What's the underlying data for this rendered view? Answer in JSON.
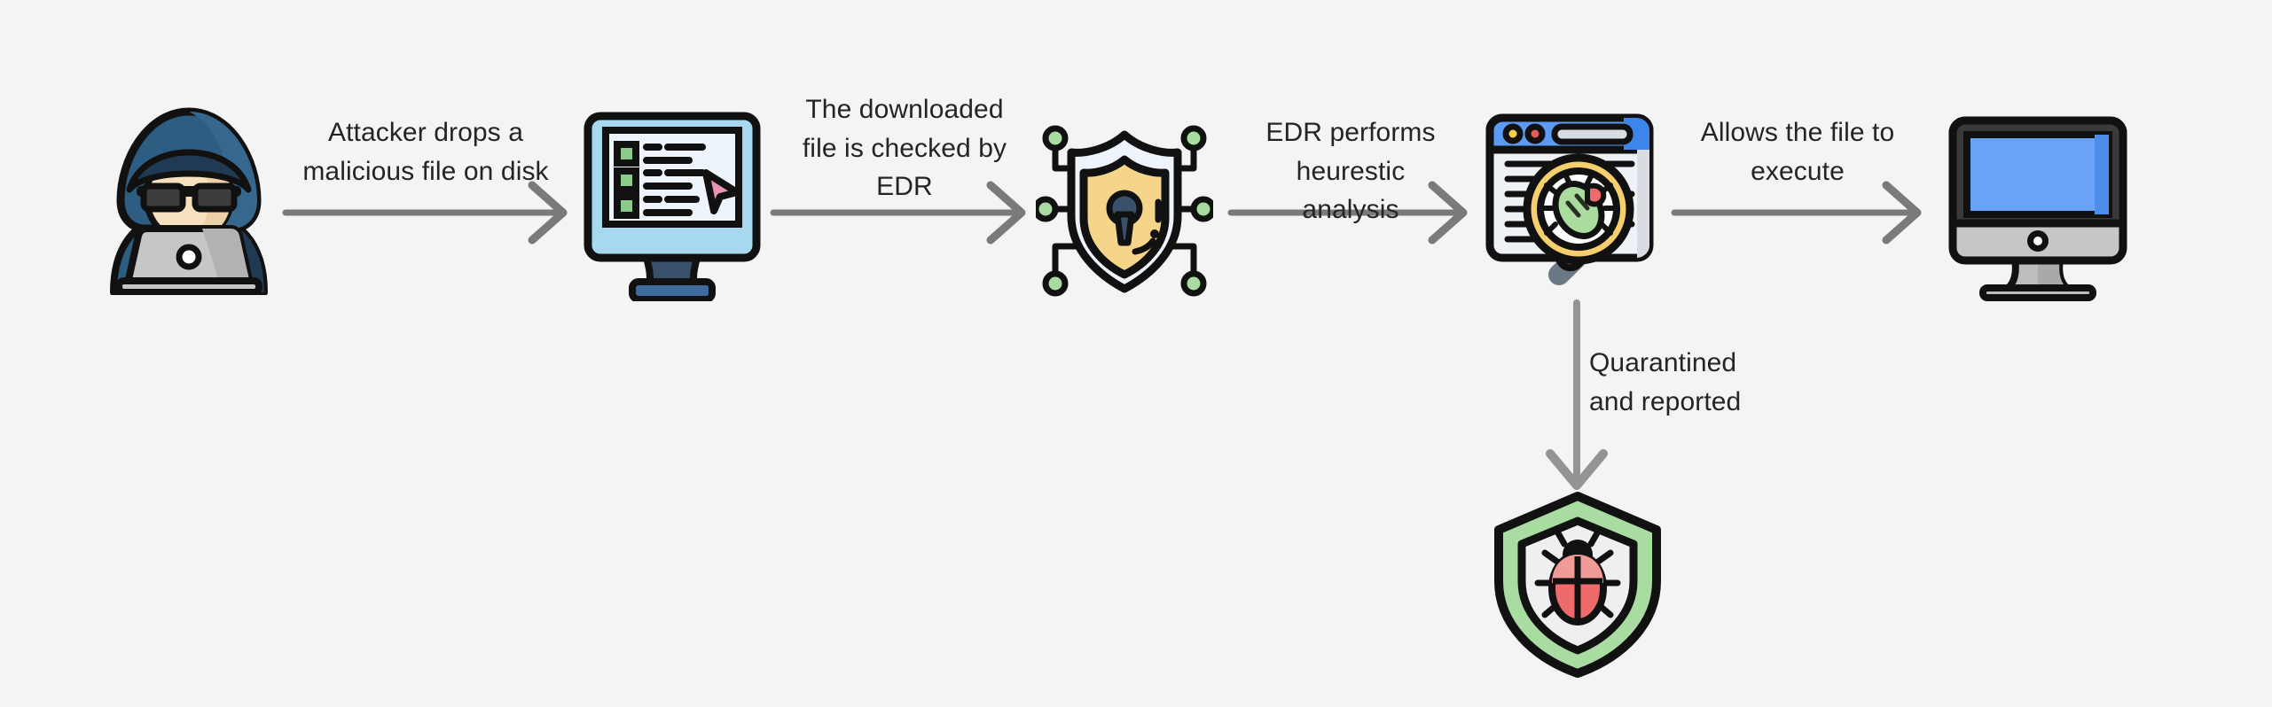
{
  "diagram": {
    "title": "EDR malicious file detection flow",
    "background_color": "#f4f4f4",
    "arrow_color": "#7a7a7a",
    "label_color": "#242424"
  },
  "nodes": [
    {
      "id": "attacker",
      "icon": "hacker-icon",
      "alt": "Hooded attacker at a laptop"
    },
    {
      "id": "file-on-disk",
      "icon": "monitor-checklist-icon",
      "alt": "Monitor showing a checklist with cursor"
    },
    {
      "id": "edr-shield",
      "icon": "network-shield-lock-icon",
      "alt": "Shield with keyhole connected to network nodes"
    },
    {
      "id": "heuristic-scan",
      "icon": "browser-bug-scan-icon",
      "alt": "Browser window scanned by magnifier revealing a bug"
    },
    {
      "id": "endpoint",
      "icon": "desktop-monitor-icon",
      "alt": "Desktop computer monitor with blue screen"
    },
    {
      "id": "quarantine",
      "icon": "green-shield-bug-icon",
      "alt": "Green shield containing a red bug"
    }
  ],
  "edges": [
    {
      "id": "edge-1",
      "from": "attacker",
      "to": "file-on-disk",
      "label": "Attacker drops a\nmalicious file on disk",
      "direction": "right"
    },
    {
      "id": "edge-2",
      "from": "file-on-disk",
      "to": "edr-shield",
      "label": "The downloaded\nfile is checked by\nEDR",
      "direction": "right"
    },
    {
      "id": "edge-3",
      "from": "edr-shield",
      "to": "heuristic-scan",
      "label": "EDR performs\nheurestic analysis",
      "direction": "right"
    },
    {
      "id": "edge-4",
      "from": "heuristic-scan",
      "to": "endpoint",
      "label": "Allows the file to\nexecute",
      "direction": "right"
    },
    {
      "id": "edge-5",
      "from": "heuristic-scan",
      "to": "quarantine",
      "label": "Quarantined\nand reported",
      "direction": "down"
    }
  ],
  "palette": {
    "hoodie_dark": "#1f3a52",
    "hoodie_mid": "#2d5d80",
    "hoodie_light": "#36688f",
    "skin": "#f7e0bd",
    "laptop_gray": "#c6c6c6",
    "screen_blue_light": "#a8d8f0",
    "screen_white": "#eef4fb",
    "check_green": "#8cc98c",
    "cursor_pink": "#e894b5",
    "stand_navy": "#39506b",
    "shield_gold": "#f5d58a",
    "shield_white": "#eef4fb",
    "node_green": "#a8dca0",
    "browser_blue": "#5b9bf3",
    "browser_blue_dark": "#3d85ea",
    "magnifier_gold": "#f5cf6e",
    "magnifier_handle": "#6b7986",
    "bug_green": "#aadd9d",
    "bug_red": "#ef6b6b",
    "dot_yellow": "#f7d04a",
    "dot_red": "#e8594f",
    "monitor_frame": "#3a3a3a",
    "monitor_base": "#c6c6c6",
    "monitor_screen": "#6aa2f5",
    "quarantine_green": "#a8dca0",
    "quarantine_inner": "#efeff1",
    "bug_pink": "#f09a9a",
    "bug_rose": "#ef6b6b",
    "outline": "#111111"
  }
}
